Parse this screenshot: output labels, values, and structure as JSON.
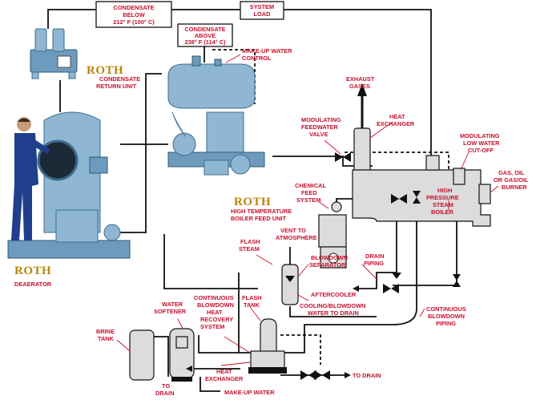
{
  "boxes": {
    "condensate_below": [
      "CONDENSATE",
      "BELOW",
      "212° F (100° C)"
    ],
    "system_load": [
      "SYSTEM",
      "LOAD"
    ],
    "condensate_above": [
      "CONDENSATE",
      "ABOVE",
      "238° F (114° C)"
    ]
  },
  "labels": {
    "makeup_water_control": [
      "MAKE-UP WATER",
      "CONTROL"
    ],
    "condensate_return_unit": [
      "CONDENSATE",
      "RETURN UNIT"
    ],
    "exhaust_gases": [
      "EXHAUST",
      "GASES"
    ],
    "modulating_feedwater_valve": [
      "MODULATING",
      "FEEDWATER",
      "VALVE"
    ],
    "heat_exchanger_top": [
      "HEAT",
      "EXCHANGER"
    ],
    "modulating_low_water_cutoff": [
      "MODULATING",
      "LOW WATER",
      "CUT-OFF"
    ],
    "gas_oil_burner": [
      "GAS, OIL",
      "OR GAS/OIL",
      "BURNER"
    ],
    "chemical_feed_system": [
      "CHEMICAL",
      "FEED",
      "SYSTEM"
    ],
    "high_pressure_steam_boiler": [
      "HIGH",
      "PRESSURE",
      "STEAM",
      "BOILER"
    ],
    "high_temp_boiler_feed_unit": [
      "HIGH TEMPERATURE",
      "BOILER FEED UNIT"
    ],
    "deaerator": "DEAERATOR",
    "flash_steam": [
      "FLASH",
      "STEAM"
    ],
    "vent_to_atmosphere": [
      "VENT TO",
      "ATMOSPHERE"
    ],
    "blowdown_separator": [
      "BLOWDOWN",
      "SEPARATOR"
    ],
    "drain_piping": [
      "DRAIN",
      "PIPING"
    ],
    "aftercooler": "AFTERCOOLER",
    "cooling_blowdown_water": [
      "COOLING/BLOWDOWN",
      "WATER TO DRAIN"
    ],
    "continuous_blowdown_piping": [
      "CONTINUOUS",
      "BLOWDOWN",
      "PIPING"
    ],
    "water_softener": [
      "WATER",
      "SOFTENER"
    ],
    "continuous_blowdown_heat_recovery": [
      "CONTINUOUS",
      "BLOWDOWN",
      "HEAT",
      "RECOVERY",
      "SYSTEM"
    ],
    "flash_tank": [
      "FLASH",
      "TANK"
    ],
    "brine_tank": [
      "BRINE",
      "TANK"
    ],
    "to_drain_left": [
      "TO",
      "DRAIN"
    ],
    "heat_exchanger_bottom": [
      "HEAT",
      "EXCHANGER"
    ],
    "makeup_water": "MAKE-UP WATER",
    "to_drain_right": "TO DRAIN"
  },
  "brand": {
    "logo_text": "ROTH",
    "logo_color": "#b8860b",
    "label_color": "#c8102e",
    "equipment_color": "#8fb7d3"
  }
}
